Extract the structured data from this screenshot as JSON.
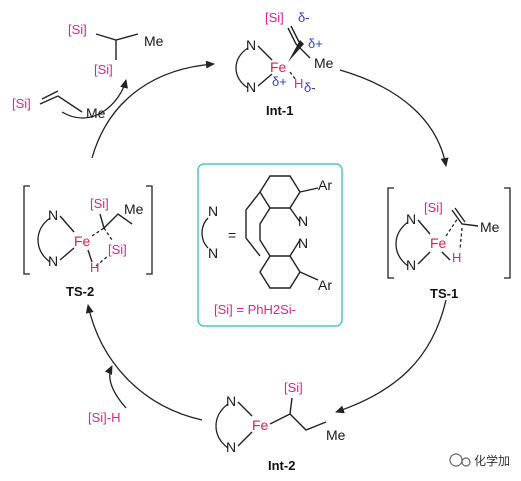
{
  "labels": {
    "si": "[Si]",
    "si_h": "[Si]-H",
    "me": "Me",
    "fe": "Fe",
    "n": "N",
    "h": "H",
    "ar": "Ar",
    "eq": "=",
    "delta_minus": "δ-",
    "delta_plus": "δ+",
    "si_def": "[Si] = PhH2Si-"
  },
  "species": {
    "int1": "Int-1",
    "ts1": "TS-1",
    "int2": "Int-2",
    "ts2": "TS-2"
  },
  "watermark": "化学加",
  "colors": {
    "silicon": "#e3208f",
    "iron": "#e0204a",
    "partial_charge": "#2b3bd6",
    "box_border": "#49c7d4"
  }
}
